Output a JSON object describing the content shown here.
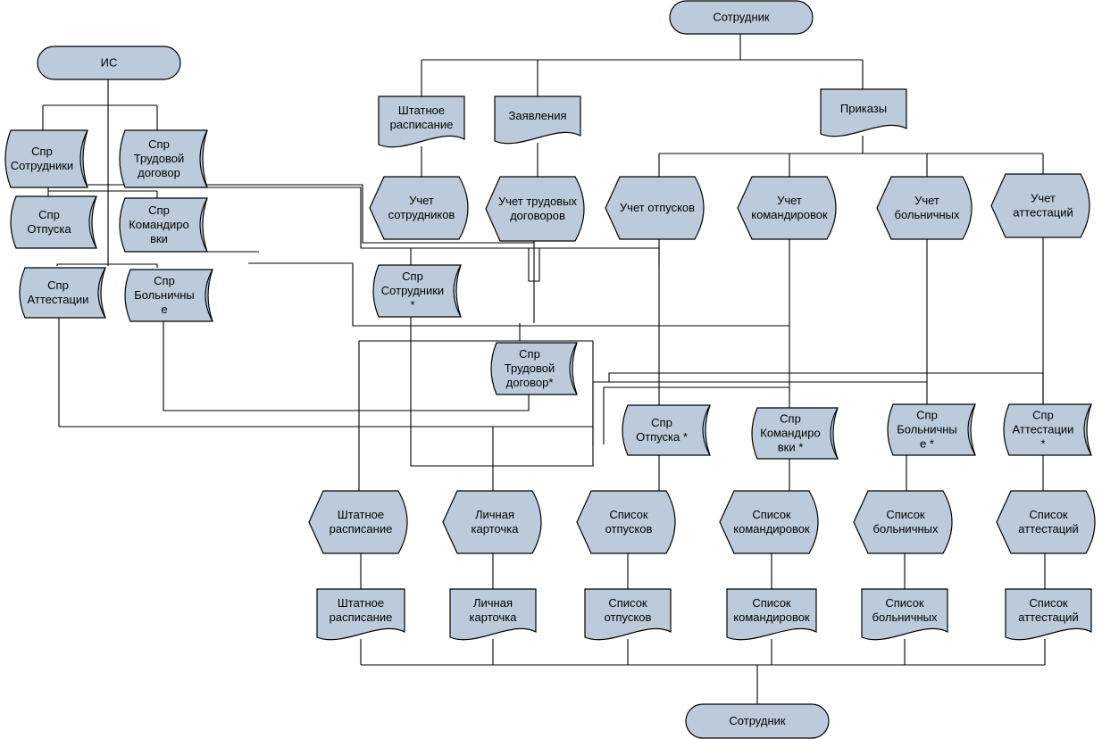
{
  "colors": {
    "fill": "#bccbdc",
    "stroke": "#000000",
    "background": "#ffffff"
  },
  "nodes": {
    "sotrudnik_top": {
      "kind": "terminator",
      "lines": [
        "Сотрудник"
      ]
    },
    "is": {
      "kind": "terminator",
      "lines": [
        "ИС"
      ]
    },
    "shtat_doc": {
      "kind": "document",
      "lines": [
        "Штатное",
        "расписание"
      ]
    },
    "zayavleniya": {
      "kind": "document",
      "lines": [
        "Заявления"
      ]
    },
    "prikazy": {
      "kind": "document",
      "lines": [
        "Приказы"
      ]
    },
    "spr_sotr": {
      "kind": "storage",
      "lines": [
        "Спр",
        "Сотрудники"
      ]
    },
    "spr_trud": {
      "kind": "storage",
      "lines": [
        "Спр",
        "Трудовой",
        "договор"
      ]
    },
    "spr_otp": {
      "kind": "storage",
      "lines": [
        "Спр",
        "Отпуска"
      ]
    },
    "spr_kom": {
      "kind": "storage",
      "lines": [
        "Спр",
        "Командиро",
        "вки"
      ]
    },
    "spr_att": {
      "kind": "storage",
      "lines": [
        "Спр",
        "Аттестации"
      ]
    },
    "spr_bol": {
      "kind": "storage",
      "lines": [
        "Спр",
        "Больничны",
        "е"
      ]
    },
    "uchet_sotr": {
      "kind": "process",
      "lines": [
        "Учет",
        "сотрудников"
      ]
    },
    "uchet_trud": {
      "kind": "process",
      "lines": [
        "Учет трудовых",
        "договоров"
      ]
    },
    "uchet_otp": {
      "kind": "process",
      "lines": [
        "Учет отпусков"
      ]
    },
    "uchet_kom": {
      "kind": "process",
      "lines": [
        "Учет",
        "командировок"
      ]
    },
    "uchet_bol": {
      "kind": "process",
      "lines": [
        "Учет",
        "больничных"
      ]
    },
    "uchet_att": {
      "kind": "process",
      "lines": [
        "Учет",
        "аттестаций"
      ]
    },
    "spr_sotr2": {
      "kind": "storage",
      "lines": [
        "Спр",
        "Сотрудники",
        "*"
      ]
    },
    "spr_trud2": {
      "kind": "storage",
      "lines": [
        "Спр",
        "Трудовой",
        "договор*"
      ]
    },
    "spr_otp2": {
      "kind": "storage",
      "lines": [
        "Спр",
        "Отпуска *"
      ]
    },
    "spr_kom2": {
      "kind": "storage",
      "lines": [
        "Спр",
        "Командиро",
        "вки *"
      ]
    },
    "spr_bol2": {
      "kind": "storage",
      "lines": [
        "Спр",
        "Больничны",
        "е *"
      ]
    },
    "spr_att2": {
      "kind": "storage",
      "lines": [
        "Спр",
        "Аттестации",
        "*"
      ]
    },
    "p_shtat": {
      "kind": "process",
      "lines": [
        "Штатное",
        "расписание"
      ]
    },
    "p_karta": {
      "kind": "process",
      "lines": [
        "Личная",
        "карточка"
      ]
    },
    "p_otp": {
      "kind": "process",
      "lines": [
        "Список",
        "отпусков"
      ]
    },
    "p_kom": {
      "kind": "process",
      "lines": [
        "Список",
        "командировок"
      ]
    },
    "p_bol": {
      "kind": "process",
      "lines": [
        "Список",
        "больничных"
      ]
    },
    "p_att": {
      "kind": "process",
      "lines": [
        "Список",
        "аттестаций"
      ]
    },
    "d_shtat": {
      "kind": "document",
      "lines": [
        "Штатное",
        "расписание"
      ]
    },
    "d_karta": {
      "kind": "document",
      "lines": [
        "Личная",
        "карточка"
      ]
    },
    "d_otp": {
      "kind": "document",
      "lines": [
        "Список",
        "отпусков"
      ]
    },
    "d_kom": {
      "kind": "document",
      "lines": [
        "Список",
        "командировок"
      ]
    },
    "d_bol": {
      "kind": "document",
      "lines": [
        "Список",
        "больничных"
      ]
    },
    "d_att": {
      "kind": "document",
      "lines": [
        "Список",
        "аттестаций"
      ]
    },
    "sotrudnik_bottom": {
      "kind": "terminator",
      "lines": [
        "Сотрудник"
      ]
    }
  }
}
